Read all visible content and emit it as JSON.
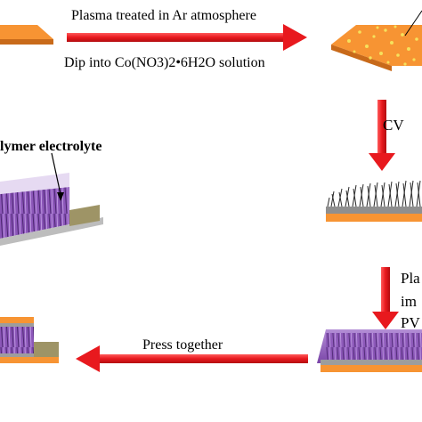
{
  "diagram": {
    "labels": {
      "step1": "Plasma treated in Ar atmosphere",
      "step2": "Dip into Co(NO3)2•6H2O solution",
      "step3": "CV",
      "step4_line1": "Pla",
      "step4_line2": "im",
      "step4_line3": "PV",
      "step5": "Press together",
      "callout": "lymer electrolyte"
    },
    "colors": {
      "substrate_orange": "#f79433",
      "arrow_red": "#e8191e",
      "catalyst_dots": "#f6e15c",
      "nanowire_dark": "#2a2a2a",
      "electrolyte_purple": "#8b56b8",
      "electrolyte_light": "#b48fd6",
      "tab_olive": "#9e9466",
      "film_gray": "#bdbdbd"
    },
    "arrow_directions": [
      "right",
      "down",
      "down",
      "left"
    ]
  }
}
